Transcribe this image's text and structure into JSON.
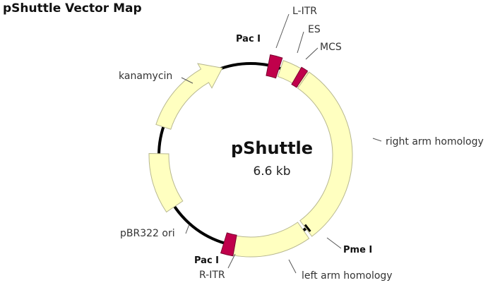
{
  "title": "pShuttle Vector Map",
  "plasmid": {
    "name": "pShuttle",
    "size": "6.6 kb"
  },
  "features": {
    "kanamycin": "kanamycin",
    "pbr322_ori": "pBR322 ori",
    "l_itr": "L-ITR",
    "r_itr": "R-ITR",
    "es": "ES",
    "mcs": "MCS",
    "right_arm": "right arm homology",
    "left_arm": "left arm homology"
  },
  "sites": {
    "pac1_top": "Pac I",
    "pac1_bottom": "Pac I",
    "pme1": "Pme I"
  },
  "colors": {
    "feature_fill": "#ffffc0",
    "feature_stroke": "#b8b890",
    "itr_fill": "#c0004b",
    "backbone": "#000000"
  }
}
